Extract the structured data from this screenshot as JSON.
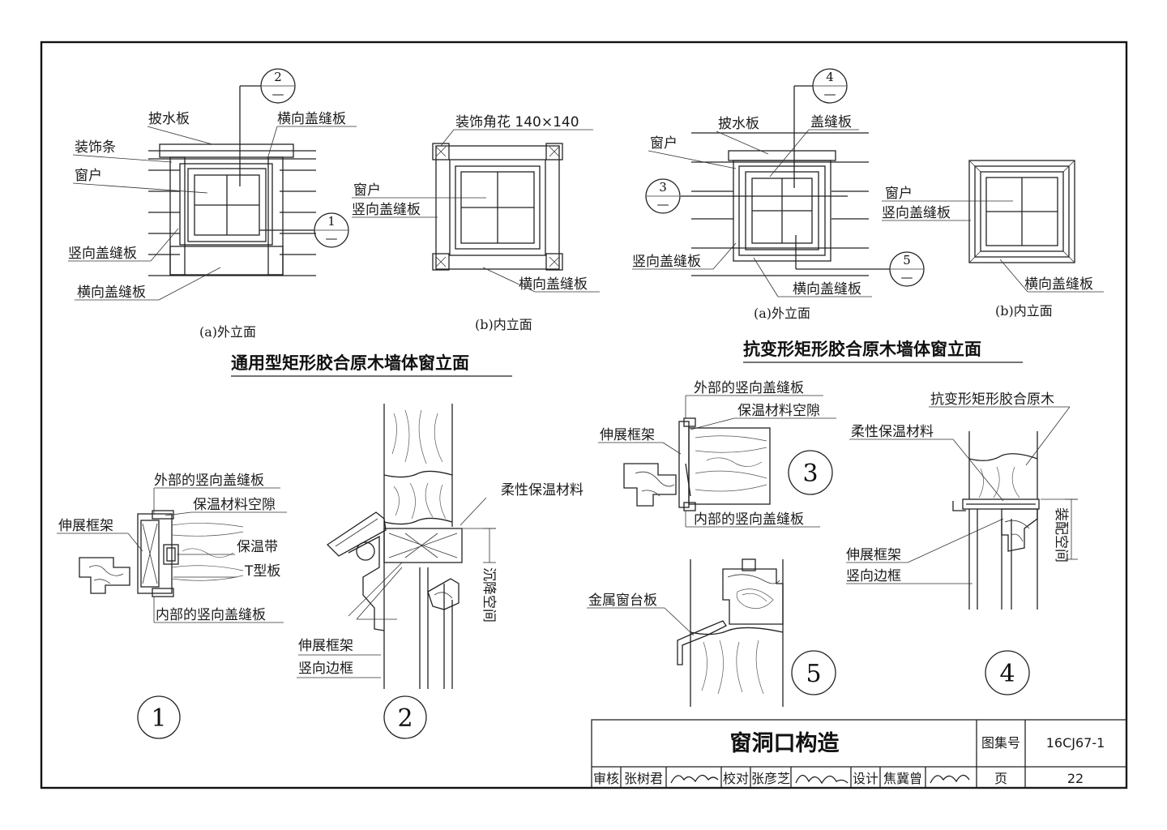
{
  "outer_elevation_general": {
    "labels": [
      "披水板",
      "横向盖缝板",
      "装饰条",
      "窗户",
      "竖向盖缝板",
      "横向盖缝板"
    ],
    "caption": "(a)外立面",
    "callouts": [
      {
        "num": "2",
        "sub": "—"
      },
      {
        "num": "1",
        "sub": "—"
      }
    ]
  },
  "inner_elevation_general": {
    "labels": [
      "装饰角花 140×140",
      "窗户",
      "竖向盖缝板",
      "横向盖缝板"
    ],
    "caption": "(b)内立面"
  },
  "title_general": "通用型矩形胶合原木墙体窗立面",
  "outer_elevation_anti": {
    "labels": [
      "披水板",
      "盖缝板",
      "窗户",
      "竖向盖缝板",
      "横向盖缝板"
    ],
    "caption": "(a)外立面",
    "callouts": [
      {
        "num": "4",
        "sub": "—"
      },
      {
        "num": "3",
        "sub": "—"
      },
      {
        "num": "5",
        "sub": "—"
      }
    ]
  },
  "inner_elevation_anti": {
    "labels": [
      "窗户",
      "竖向盖缝板",
      "横向盖缝板"
    ],
    "caption": "(b)内立面"
  },
  "title_anti": "抗变形矩形胶合原木墙体窗立面",
  "detail1": {
    "labels": [
      "外部的竖向盖缝板",
      "保温材料空隙",
      "伸展框架",
      "保温带",
      "T型板",
      "内部的竖向盖缝板"
    ],
    "number": "1"
  },
  "detail2": {
    "labels": [
      "柔性保温材料",
      "沉降空间",
      "伸展框架",
      "竖向边框"
    ],
    "number": "2"
  },
  "detail3": {
    "labels": [
      "外部的竖向盖缝板",
      "保温材料空隙",
      "伸展框架",
      "内部的竖向盖缝板"
    ],
    "number": "3"
  },
  "detail4": {
    "labels": [
      "抗变形矩形胶合原木",
      "柔性保温材料",
      "装配空间",
      "伸展框架",
      "竖向边框"
    ],
    "number": "4"
  },
  "detail5": {
    "labels": [
      "金属窗台板"
    ],
    "number": "5"
  },
  "title_block": {
    "drawing_title": "窗洞口构造",
    "atlas_label": "图集号",
    "atlas_no": "16CJ67-1",
    "review_label": "审核",
    "reviewer": "张树君",
    "check_label": "校对",
    "checker": "张彦芝",
    "design_label": "设计",
    "designer": "焦冀曾",
    "page_label": "页",
    "page_no": "22"
  }
}
